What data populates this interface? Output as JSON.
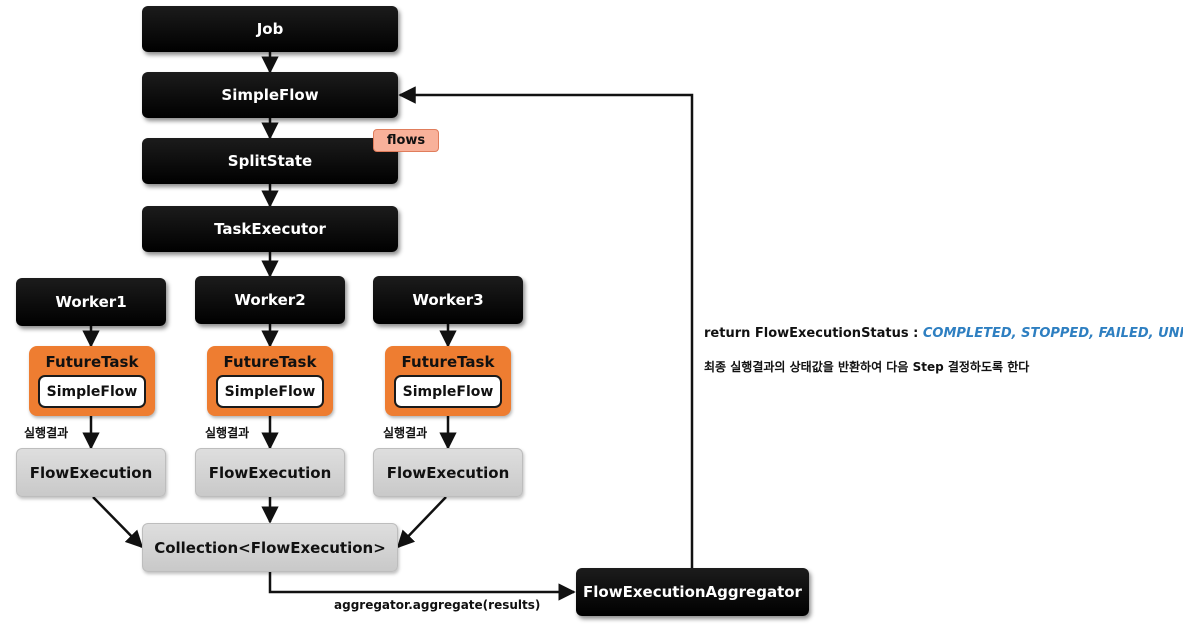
{
  "nodes": {
    "job": "Job",
    "simple_flow": "SimpleFlow",
    "split_state": "SplitState",
    "flows_tag": "flows",
    "task_executor": "TaskExecutor",
    "aggregator": "FlowExecutionAggregator",
    "collection": "Collection<FlowExecution>"
  },
  "workers": [
    {
      "name": "Worker1",
      "future_task": "FutureTask",
      "inner_flow": "SimpleFlow",
      "result_label": "실행결과",
      "execution": "FlowExecution"
    },
    {
      "name": "Worker2",
      "future_task": "FutureTask",
      "inner_flow": "SimpleFlow",
      "result_label": "실행결과",
      "execution": "FlowExecution"
    },
    {
      "name": "Worker3",
      "future_task": "FutureTask",
      "inner_flow": "SimpleFlow",
      "result_label": "실행결과",
      "execution": "FlowExecution"
    }
  ],
  "edge_labels": {
    "aggregate_call": "aggregator.aggregate(results)"
  },
  "notes": {
    "return_prefix": "return FlowExecutionStatus : ",
    "return_values": "COMPLETED, STOPPED, FAILED, UNKNOWN",
    "description": "최종 실행결과의 상태값을 반환하여 다음 Step 결정하도록 한다"
  },
  "colors": {
    "dark_box": "#000000",
    "orange_box": "#ee7d31",
    "grey_box": "#d4d4d4",
    "flows_tag": "#f8b19a",
    "status_values": "#2e7fc1"
  }
}
